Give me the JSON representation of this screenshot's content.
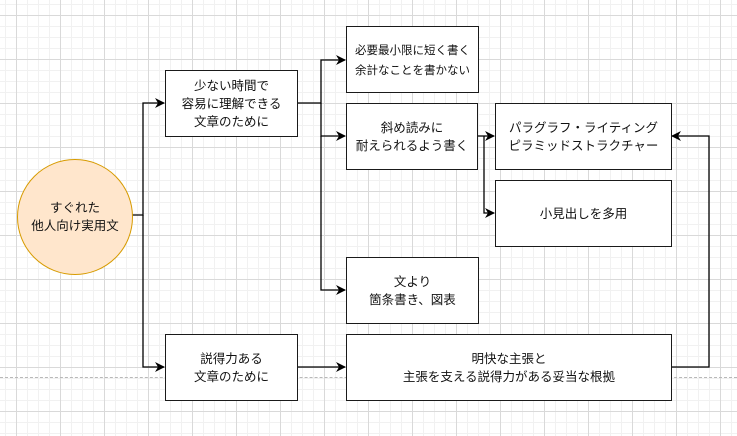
{
  "diagram": {
    "root": {
      "label": "すぐれた\n他人向け実用文",
      "fill": "#ffe6cc",
      "stroke": "#d79b00"
    },
    "nodes": {
      "short_time": "少ない時間で\n容易に理解できる\n文章のために",
      "minimal": "必要最小限に短く書く\n余計なことを書かない",
      "skim": "斜め読みに\n耐えられるよう書く",
      "paragraph": "パラグラフ・ライティング\nピラミッドストラクチャー",
      "headings": "小見出しを多用",
      "bullets": "文より\n箇条書き、図表",
      "persuasive": "説得力ある\n文章のために",
      "claim": "明快な主張と\n主張を支える説得力がある妥当な根拠"
    },
    "edges": [
      {
        "from": "root",
        "to": "short_time"
      },
      {
        "from": "root",
        "to": "persuasive"
      },
      {
        "from": "short_time",
        "to": "minimal"
      },
      {
        "from": "short_time",
        "to": "skim"
      },
      {
        "from": "short_time",
        "to": "bullets"
      },
      {
        "from": "skim",
        "to": "paragraph"
      },
      {
        "from": "skim",
        "to": "headings"
      },
      {
        "from": "persuasive",
        "to": "claim"
      },
      {
        "from": "claim",
        "to": "paragraph"
      }
    ]
  }
}
